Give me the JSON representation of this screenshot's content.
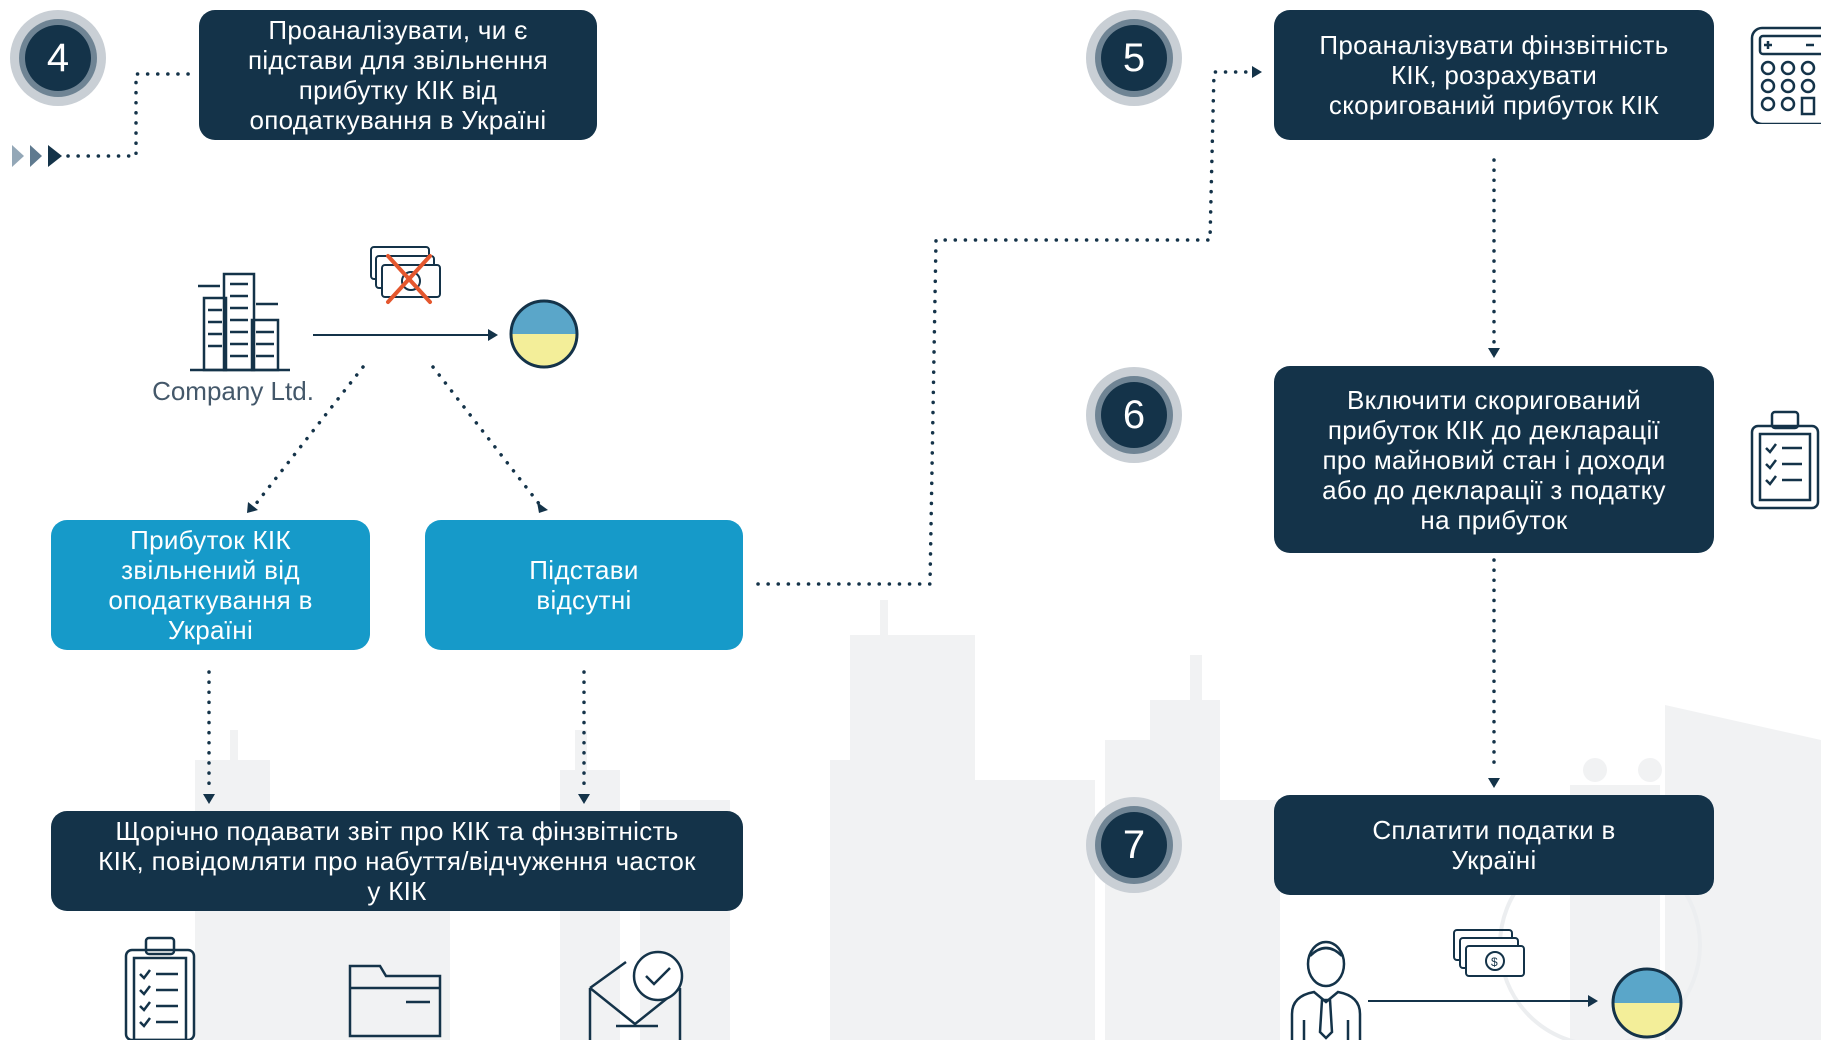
{
  "steps": {
    "step4": {
      "number": "4",
      "text": "Проаналізувати, чи є підстави для звільнення прибутку КІК від оподаткування в Україні"
    },
    "step5": {
      "number": "5",
      "text": "Проаналізувати фінзвітність КІК, розрахувати скоригований прибуток КІК"
    },
    "step6": {
      "number": "6",
      "text": "Включити скоригований прибуток КІК до декларації про майновий стан і доходи або до декларації з податку на прибуток"
    },
    "step7": {
      "number": "7",
      "text": "Сплатити податки в Україні"
    }
  },
  "company_label": "Company Ltd.",
  "branches": {
    "exempt": "Прибуток КІК звільнений від оподаткування в Україні",
    "no_grounds": "Підстави відсутні"
  },
  "annual_report": "Щорічно подавати звіт про КІК та фінзвітність КІК, повідомляти про набуття/відчуження часток у КІК",
  "icons": [
    "buildings-icon",
    "cancelled-money-icon",
    "ukraine-flag-icon",
    "checklist-icon",
    "folder-icon",
    "email-approved-icon",
    "calculator-icon",
    "clipboard-icon",
    "businessman-icon",
    "money-stack-icon"
  ],
  "colors": {
    "dark": "#143349",
    "light": "#169ac9",
    "flag_blue": "#5aa6c9",
    "flag_yellow": "#f3ee99",
    "cross": "#e4572e"
  }
}
